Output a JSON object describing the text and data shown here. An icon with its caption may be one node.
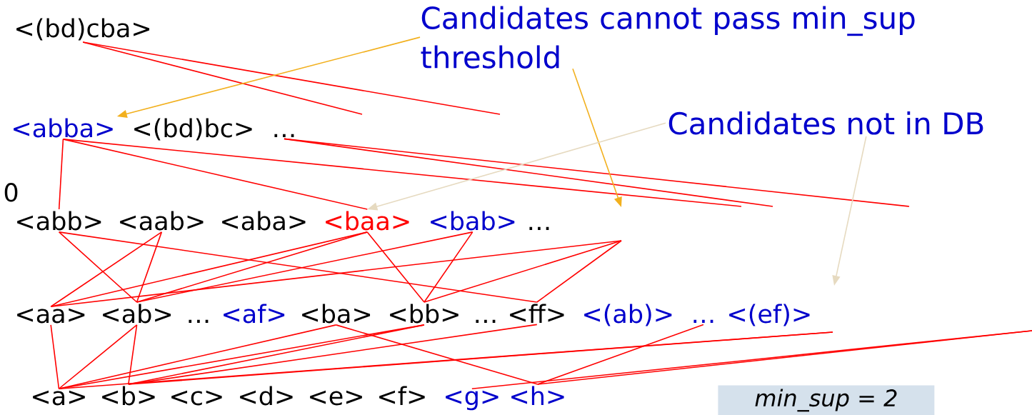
{
  "diagram": {
    "nodes": [
      {
        "text": [
          "<(bd)cba>"
        ]
      },
      {
        "text": [
          "<abba>"
        ]
      },
      {
        "text": [
          "<(bd)bc>"
        ]
      },
      {
        "text": [
          "…"
        ]
      },
      {
        "text": [
          "<abb>"
        ]
      },
      {
        "text": [
          "<aab>"
        ]
      },
      {
        "text": [
          "<aba>"
        ]
      },
      {
        "text": [
          "<baa>"
        ]
      },
      {
        "text": [
          "<bab>"
        ]
      },
      {
        "text": [
          "…"
        ]
      },
      {
        "text": [
          "<aa>"
        ]
      },
      {
        "text": [
          "<ab>"
        ]
      },
      {
        "text": [
          "…"
        ]
      },
      {
        "text": [
          "<af>"
        ]
      },
      {
        "text": [
          "<ba>"
        ]
      },
      {
        "text": [
          "<bb>"
        ]
      },
      {
        "text": [
          "…"
        ]
      },
      {
        "text": [
          "<ff>"
        ]
      },
      {
        "text": [
          "<(ab)>"
        ]
      },
      {
        "text": [
          "…"
        ]
      },
      {
        "text": [
          "<(ef)>"
        ]
      },
      {
        "text": [
          "<a>"
        ]
      },
      {
        "text": [
          "<b>"
        ]
      },
      {
        "text": [
          "<c>"
        ]
      },
      {
        "text": [
          "<d>"
        ]
      },
      {
        "text": [
          "<e>"
        ]
      },
      {
        "text": [
          "<f>"
        ]
      },
      {
        "text": [
          "<g>"
        ]
      },
      {
        "text": [
          "<h>"
        ]
      },
      {
        "text": [
          "Candidates cannot pass min_sup threshold"
        ]
      },
      {
        "text": [
          "Candidates not in DB"
        ]
      },
      {
        "text": [
          "min_sup = 2"
        ]
      }
    ],
    "edges": [
      {
        "from": 0,
        "to": null,
        "arrow": "none"
      },
      {
        "from": 0,
        "to": null,
        "arrow": "none"
      },
      {
        "from": 1,
        "to": 4,
        "arrow": "none"
      },
      {
        "from": 1,
        "to": 7,
        "arrow": "none"
      },
      {
        "from": 1,
        "to": null,
        "arrow": "none"
      },
      {
        "from": 3,
        "to": null,
        "arrow": "none"
      },
      {
        "from": 3,
        "to": null,
        "arrow": "none"
      },
      {
        "from": 4,
        "to": 11,
        "arrow": "none"
      },
      {
        "from": 4,
        "to": 17,
        "arrow": "none"
      },
      {
        "from": 5,
        "to": 10,
        "arrow": "none"
      },
      {
        "from": 5,
        "to": 11,
        "arrow": "none"
      },
      {
        "from": 7,
        "to": 10,
        "arrow": "none"
      },
      {
        "from": 7,
        "to": 11,
        "arrow": "none"
      },
      {
        "from": 7,
        "to": 15,
        "arrow": "none"
      },
      {
        "from": 8,
        "to": 11,
        "arrow": "none"
      },
      {
        "from": 8,
        "to": 15,
        "arrow": "none"
      },
      {
        "from": 10,
        "to": null,
        "arrow": "none"
      },
      {
        "from": 15,
        "to": null,
        "arrow": "none"
      },
      {
        "from": 17,
        "to": null,
        "arrow": "none"
      },
      {
        "from": 10,
        "to": 21,
        "arrow": "none"
      },
      {
        "from": 11,
        "to": 21,
        "arrow": "none"
      },
      {
        "from": 11,
        "to": 22,
        "arrow": "none"
      },
      {
        "from": 14,
        "to": 21,
        "arrow": "none"
      },
      {
        "from": 14,
        "to": 28,
        "arrow": "none"
      },
      {
        "from": 15,
        "to": 21,
        "arrow": "none"
      },
      {
        "from": 15,
        "to": 22,
        "arrow": "none"
      },
      {
        "from": 17,
        "to": 22,
        "arrow": "none"
      },
      {
        "from": 19,
        "to": 28,
        "arrow": "none"
      },
      {
        "from": 21,
        "to": null,
        "arrow": "none"
      },
      {
        "from": 22,
        "to": null,
        "arrow": "none"
      },
      {
        "from": 27,
        "to": null,
        "arrow": "none"
      },
      {
        "from": 28,
        "to": null,
        "arrow": "none"
      },
      {
        "from": 29,
        "to": 1,
        "arrow": "to",
        "color": "#f2b01e"
      },
      {
        "from": 29,
        "to": null,
        "arrow": "to",
        "color": "#f2b01e"
      },
      {
        "from": 30,
        "to": 7,
        "arrow": "to",
        "color": "#e6dac0"
      },
      {
        "from": 30,
        "to": null,
        "arrow": "to",
        "color": "#e6dac0"
      }
    ],
    "labels": [
      "0"
    ]
  }
}
